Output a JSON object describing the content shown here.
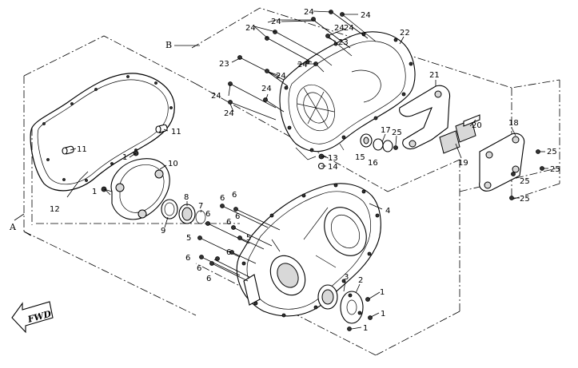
{
  "diagram": {
    "refs": {
      "A": "A",
      "B": "B"
    },
    "fwd": "FWD",
    "callouts": [
      {
        "id": "c-24a",
        "text": "24"
      },
      {
        "id": "c-24b",
        "text": "24"
      },
      {
        "id": "c-24c",
        "text": "24"
      },
      {
        "id": "c-24d",
        "text": "24"
      },
      {
        "id": "c-24e",
        "text": "24"
      },
      {
        "id": "c-24f",
        "text": "24"
      },
      {
        "id": "c-24g",
        "text": "24"
      },
      {
        "id": "c-24h",
        "text": "24"
      },
      {
        "id": "c-24i",
        "text": "24"
      },
      {
        "id": "c-24j",
        "text": "24"
      },
      {
        "id": "c-24k",
        "text": "24"
      },
      {
        "id": "c-23a",
        "text": "23"
      },
      {
        "id": "c-23b",
        "text": "23"
      },
      {
        "id": "c-22",
        "text": "22"
      },
      {
        "id": "c-21",
        "text": "21"
      },
      {
        "id": "c-20",
        "text": "20"
      },
      {
        "id": "c-19",
        "text": "19"
      },
      {
        "id": "c-18",
        "text": "18"
      },
      {
        "id": "c-17",
        "text": "17"
      },
      {
        "id": "c-16",
        "text": "16"
      },
      {
        "id": "c-15",
        "text": "15"
      },
      {
        "id": "c-14",
        "text": "14"
      },
      {
        "id": "c-13",
        "text": "13"
      },
      {
        "id": "c-25a",
        "text": "25"
      },
      {
        "id": "c-25b",
        "text": "25"
      },
      {
        "id": "c-25c",
        "text": "25"
      },
      {
        "id": "c-25d",
        "text": "25"
      },
      {
        "id": "c-25e",
        "text": "25"
      },
      {
        "id": "c-12",
        "text": "12"
      },
      {
        "id": "c-11a",
        "text": "11"
      },
      {
        "id": "c-11b",
        "text": "11"
      },
      {
        "id": "c-10",
        "text": "10"
      },
      {
        "id": "c-9",
        "text": "9"
      },
      {
        "id": "c-8",
        "text": "8"
      },
      {
        "id": "c-7",
        "text": "7"
      },
      {
        "id": "c-6a",
        "text": "6"
      },
      {
        "id": "c-6b",
        "text": "6"
      },
      {
        "id": "c-6c",
        "text": "6"
      },
      {
        "id": "c-6d",
        "text": "6"
      },
      {
        "id": "c-6e",
        "text": "6"
      },
      {
        "id": "c-6f",
        "text": "6"
      },
      {
        "id": "c-6g",
        "text": "6"
      },
      {
        "id": "c-6h",
        "text": "6"
      },
      {
        "id": "c-6i",
        "text": "6"
      },
      {
        "id": "c-5a",
        "text": "5"
      },
      {
        "id": "c-5b",
        "text": "5"
      },
      {
        "id": "c-4",
        "text": "4"
      },
      {
        "id": "c-3",
        "text": "3"
      },
      {
        "id": "c-2",
        "text": "2"
      },
      {
        "id": "c-1a",
        "text": "1"
      },
      {
        "id": "c-1b",
        "text": "1"
      },
      {
        "id": "c-1c",
        "text": "1"
      },
      {
        "id": "c-1d",
        "text": "1"
      },
      {
        "id": "c-1e",
        "text": "1"
      }
    ]
  }
}
